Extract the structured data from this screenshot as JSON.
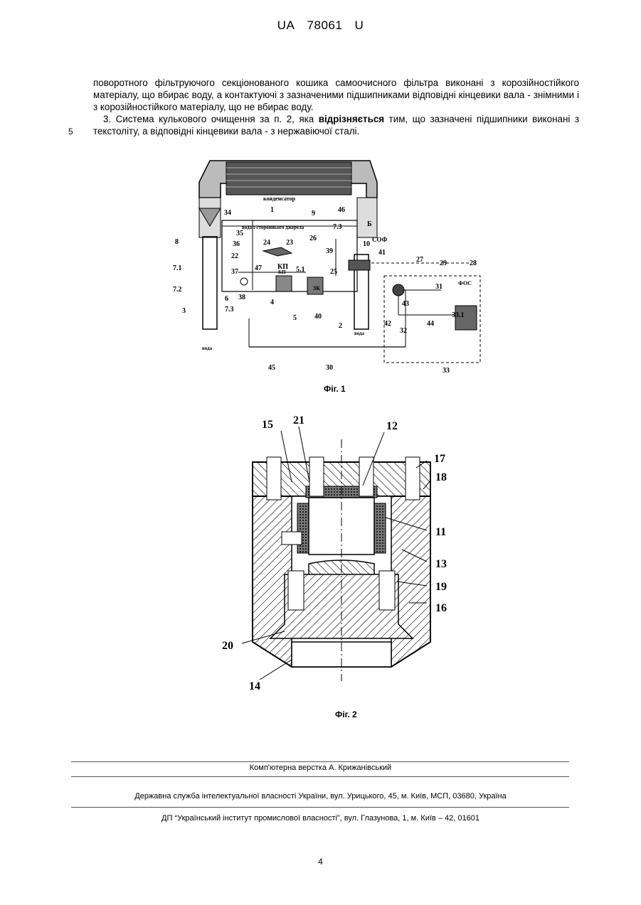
{
  "header": {
    "country": "UA",
    "number": "78061",
    "kind": "U"
  },
  "claims": {
    "para1": "поворотного фільтруючого секціонованого кошика самоочисного фільтра виконані з корозійностійкого матеріалу, що вбирає воду, а контактуючі з зазначеними підшипниками відповідні кінцевики вала - знімними і з корозійностійкого матеріалу, що не вбирає воду.",
    "para2_start": "3. Система кулькового очищення за п. 2, яка",
    "para2_bold": "відрізняється",
    "para2_end": "тим, що зазначені підшипники виконані з текстоліту, а відповідні кінцевики вала - з нержавіючої сталі.",
    "line_number": "5"
  },
  "fig1": {
    "caption": "Фіг. 1",
    "condenser_label": "конденсатор",
    "water_label": "вода з стороннього джерела",
    "sof": "СОФ",
    "fos": "ФОС",
    "kp": "КП",
    "zk": "ЗК",
    "water_out": "вода",
    "water_in": "вода",
    "labels": [
      "1",
      "9",
      "46",
      "Б",
      "34",
      "35",
      "26",
      "7.3",
      "8",
      "36",
      "24",
      "23",
      "10",
      "22",
      "39",
      "41",
      "27",
      "29",
      "28",
      "37",
      "47",
      "5.1",
      "25",
      "7.1",
      "31",
      "6",
      "38",
      "КП",
      "7.2",
      "43",
      "33.1",
      "7.3",
      "4",
      "40",
      "42",
      "3",
      "5",
      "2",
      "32",
      "44",
      "45",
      "30",
      "33"
    ]
  },
  "fig2": {
    "caption": "Фіг. 2",
    "labels": [
      "15",
      "21",
      "12",
      "17",
      "18",
      "11",
      "13",
      "19",
      "16",
      "20",
      "14"
    ]
  },
  "footer": {
    "composer": "Комп'ютерна верстка А. Крижанівський",
    "agency": "Державна служба інтелектуальної власності України, вул. Урицького, 45, м. Київ, МСП, 03680, Україна",
    "institute": "ДП “Український інститут промислової власності”, вул. Глазунова, 1, м. Київ – 42, 01601",
    "page": "4"
  }
}
